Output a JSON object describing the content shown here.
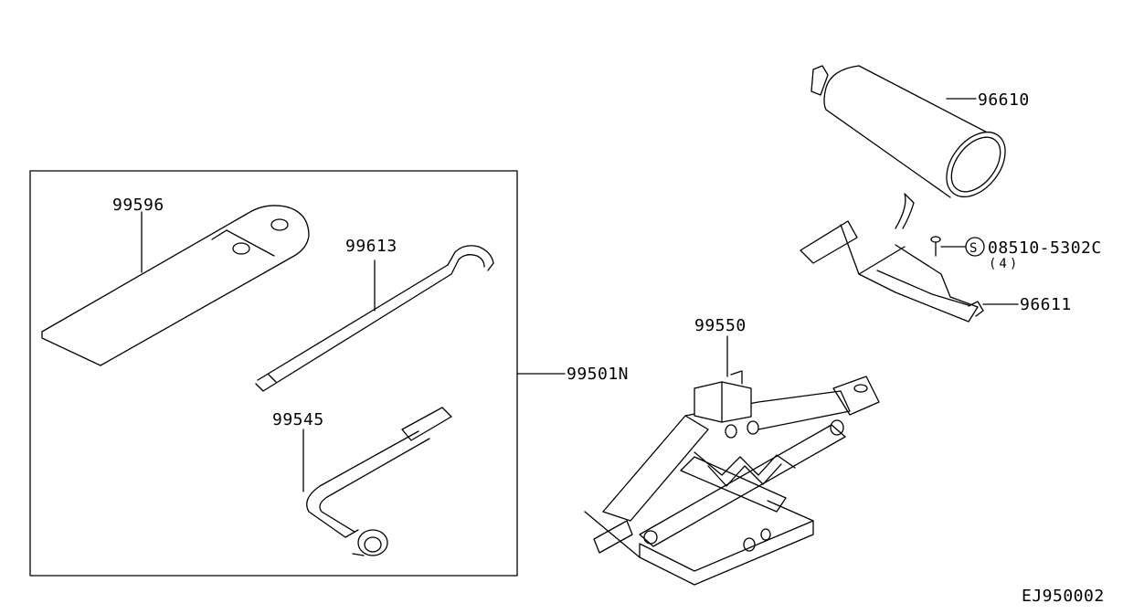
{
  "parts": {
    "tool_bag": "99596",
    "jack_handle": "99613",
    "wheel_wrench": "99545",
    "tool_set": "99501N",
    "jack": "99550",
    "cover": "96610",
    "bracket": "96611",
    "screw": "08510-5302C",
    "screw_qty": "(4)",
    "screw_symbol": "S"
  },
  "figure_code": "EJ950002"
}
